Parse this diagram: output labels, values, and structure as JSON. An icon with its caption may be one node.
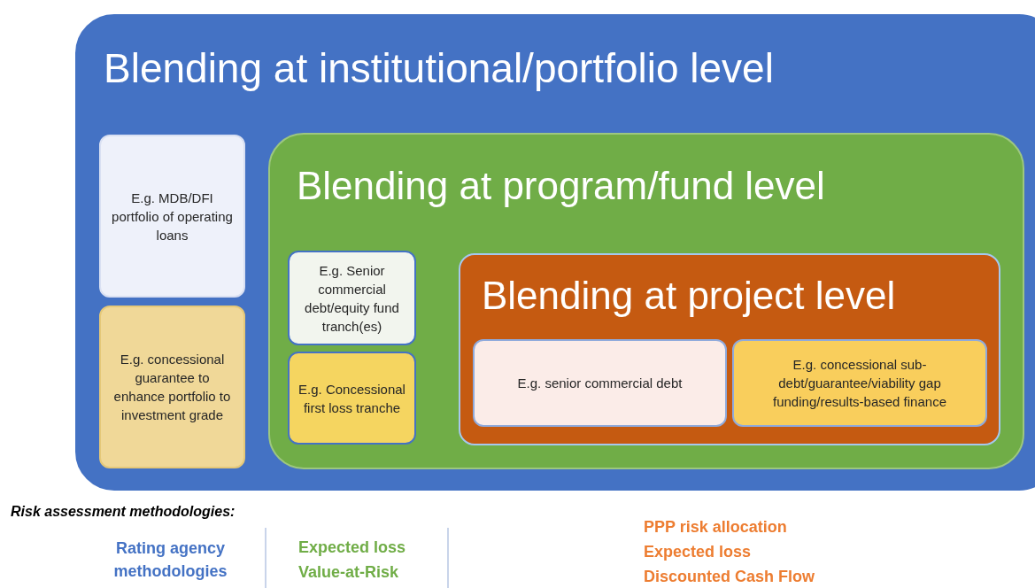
{
  "diagram": {
    "nodes": [
      {
        "text": [
          "Blending at institutional/portfolio level"
        ]
      },
      {
        "text": [
          "E.g. MDB/DFI portfolio of operating loans"
        ],
        "in": 0
      },
      {
        "text": [
          "E.g. concessional guarantee to enhance portfolio to investment grade"
        ],
        "in": 0
      },
      {
        "text": [
          "Blending at program/fund level"
        ],
        "in": 0
      },
      {
        "text": [
          "E.g. Senior commercial debt/equity fund tranch(es)"
        ],
        "in": 3
      },
      {
        "text": [
          "E.g. Concessional first loss tranche"
        ],
        "in": 3
      },
      {
        "text": [
          "Blending at project level"
        ],
        "in": 3
      },
      {
        "text": [
          "E.g. senior commercial debt"
        ],
        "in": 6
      },
      {
        "text": [
          "E.g. concessional sub-debt/guarantee/viability gap funding/results-based finance"
        ],
        "in": 6
      }
    ],
    "labels": [
      "Risk assessment methodologies:",
      "Rating agency methodologies",
      "Expected loss",
      "Value-at-Risk",
      "PPP risk allocation",
      "Expected loss",
      "Discounted Cash Flow"
    ]
  }
}
